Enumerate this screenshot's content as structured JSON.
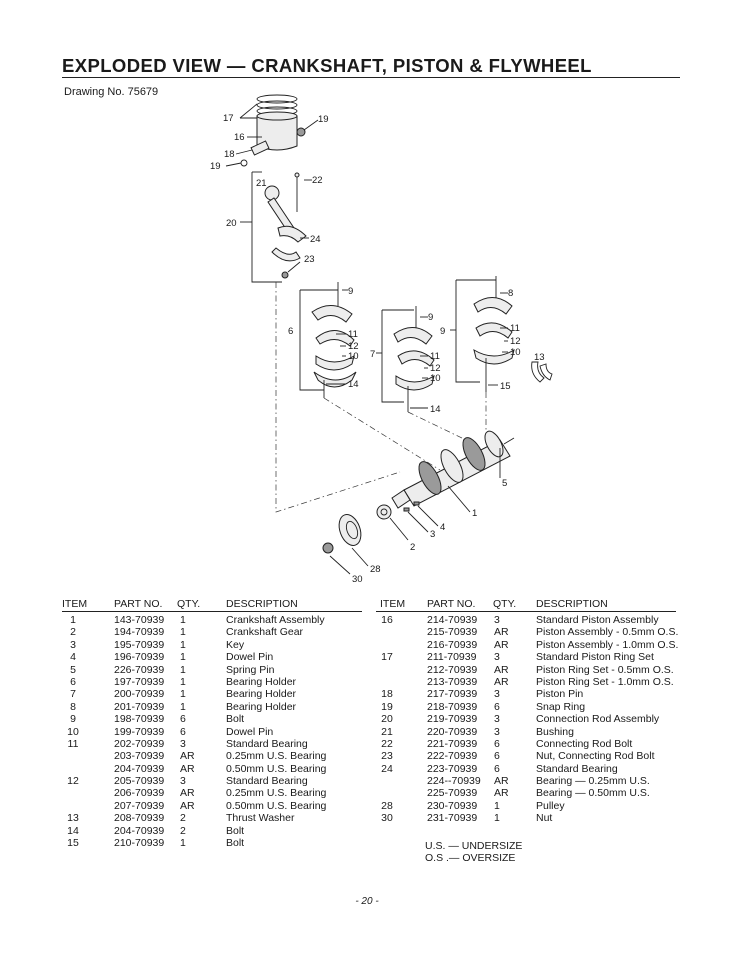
{
  "header": {
    "title": "EXPLODED VIEW — CRANKSHAFT, PISTON & FLYWHEEL",
    "drawing_no": "Drawing No. 75679"
  },
  "diagram": {
    "callouts": [
      "17",
      "19",
      "16",
      "18",
      "19",
      "21",
      "22",
      "20",
      "24",
      "23",
      "9",
      "6",
      "11",
      "12",
      "10",
      "14",
      "9",
      "7",
      "11",
      "12",
      "10",
      "14",
      "8",
      "9",
      "11",
      "12",
      "10",
      "15",
      "13",
      "5",
      "1",
      "4",
      "3",
      "2",
      "28",
      "30"
    ]
  },
  "table_left": {
    "headers": {
      "item": "ITEM",
      "part_no": "PART NO.",
      "qty": "QTY.",
      "description": "DESCRIPTION"
    },
    "rows": [
      {
        "item": "1",
        "part_no": "143-70939",
        "qty": "1",
        "description": "Crankshaft Assembly"
      },
      {
        "item": "2",
        "part_no": "194-70939",
        "qty": "1",
        "description": "Crankshaft Gear"
      },
      {
        "item": "3",
        "part_no": "195-70939",
        "qty": "1",
        "description": "Key"
      },
      {
        "item": "4",
        "part_no": "196-70939",
        "qty": "1",
        "description": "Dowel Pin"
      },
      {
        "item": "5",
        "part_no": "226-70939",
        "qty": "1",
        "description": "Spring Pin"
      },
      {
        "item": "6",
        "part_no": "197-70939",
        "qty": "1",
        "description": "Bearing Holder"
      },
      {
        "item": "7",
        "part_no": "200-70939",
        "qty": "1",
        "description": "Bearing Holder"
      },
      {
        "item": "8",
        "part_no": "201-70939",
        "qty": "1",
        "description": "Bearing Holder"
      },
      {
        "item": "9",
        "part_no": "198-70939",
        "qty": "6",
        "description": "Bolt"
      },
      {
        "item": "10",
        "part_no": "199-70939",
        "qty": "6",
        "description": "Dowel Pin"
      },
      {
        "item": "11",
        "part_no": "202-70939",
        "qty": "3",
        "description": "Standard Bearing"
      },
      {
        "item": "",
        "part_no": "203-70939",
        "qty": "AR",
        "description": "0.25mm U.S. Bearing"
      },
      {
        "item": "",
        "part_no": "204-70939",
        "qty": "AR",
        "description": "0.50mm U.S. Bearing"
      },
      {
        "item": "12",
        "part_no": "205-70939",
        "qty": "3",
        "description": "Standard Bearing"
      },
      {
        "item": "",
        "part_no": "206-70939",
        "qty": "AR",
        "description": "0.25mm U.S. Bearing"
      },
      {
        "item": "",
        "part_no": "207-70939",
        "qty": "AR",
        "description": "0.50mm U.S. Bearing"
      },
      {
        "item": "13",
        "part_no": "208-70939",
        "qty": "2",
        "description": "Thrust Washer"
      },
      {
        "item": "14",
        "part_no": "204-70939",
        "qty": "2",
        "description": "Bolt"
      },
      {
        "item": "15",
        "part_no": "210-70939",
        "qty": "1",
        "description": "Bolt"
      }
    ]
  },
  "table_right": {
    "headers": {
      "item": "ITEM",
      "part_no": "PART NO.",
      "qty": "QTY.",
      "description": "DESCRIPTION"
    },
    "rows": [
      {
        "item": "16",
        "part_no": "214-70939",
        "qty": "3",
        "description": "Standard Piston Assembly"
      },
      {
        "item": "",
        "part_no": "215-70939",
        "qty": "AR",
        "description": "Piston Assembly - 0.5mm O.S."
      },
      {
        "item": "",
        "part_no": "216-70939",
        "qty": "AR",
        "description": "Piston Assembly - 1.0mm O.S."
      },
      {
        "item": "17",
        "part_no": "211-70939",
        "qty": "3",
        "description": "Standard Piston Ring Set"
      },
      {
        "item": "",
        "part_no": "212-70939",
        "qty": "AR",
        "description": "Piston Ring Set - 0.5mm O.S."
      },
      {
        "item": "",
        "part_no": "213-70939",
        "qty": "AR",
        "description": "Piston Ring Set - 1.0mm O.S."
      },
      {
        "item": "18",
        "part_no": "217-70939",
        "qty": "3",
        "description": "Piston Pin"
      },
      {
        "item": "19",
        "part_no": "218-70939",
        "qty": "6",
        "description": "Snap Ring"
      },
      {
        "item": "20",
        "part_no": "219-70939",
        "qty": "3",
        "description": "Connection Rod Assembly"
      },
      {
        "item": "21",
        "part_no": "220-70939",
        "qty": "3",
        "description": "Bushing"
      },
      {
        "item": "22",
        "part_no": "221-70939",
        "qty": "6",
        "description": "Connecting Rod Bolt"
      },
      {
        "item": "23",
        "part_no": "222-70939",
        "qty": "6",
        "description": "Nut, Connecting Rod Bolt"
      },
      {
        "item": "24",
        "part_no": "223-70939",
        "qty": "6",
        "description": "Standard Bearing"
      },
      {
        "item": "",
        "part_no": "224--70939",
        "qty": "AR",
        "description": "Bearing — 0.25mm U.S."
      },
      {
        "item": "",
        "part_no": "225-70939",
        "qty": "AR",
        "description": "Bearing — 0.50mm U.S."
      },
      {
        "item": "28",
        "part_no": "230-70939",
        "qty": "1",
        "description": "Pulley"
      },
      {
        "item": "30",
        "part_no": "231-70939",
        "qty": "1",
        "description": "Nut"
      }
    ]
  },
  "notes": [
    "U.S. — UNDERSIZE",
    "O.S .— OVERSIZE"
  ],
  "page_number": "- 20 -"
}
